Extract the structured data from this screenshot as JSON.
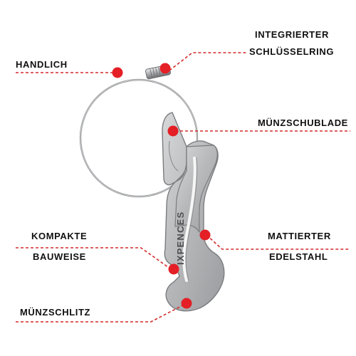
{
  "labels": {
    "handlich": "HANDLICH",
    "integrierter_line1": "INTEGRIERTER",
    "integrierter_line2": "SCHLÜSSELRING",
    "muenzschublade": "MÜNZSCHUBLADE",
    "kompakte_line1": "KOMPAKTE",
    "kompakte_line2": "BAUWEISE",
    "mattierter_line1": "MATTIERTER",
    "mattierter_line2": "EDELSTAHL",
    "muenzschlitz": "MÜNZSCHLITZ"
  },
  "product": {
    "engraving": "IXPENCES"
  },
  "colors": {
    "marker": "#e41f26",
    "leader": "#d42a2a",
    "steel_light": "#c9cacb",
    "steel_mid": "#a6a8aa",
    "steel_dark": "#6d6f72",
    "text": "#111111"
  }
}
